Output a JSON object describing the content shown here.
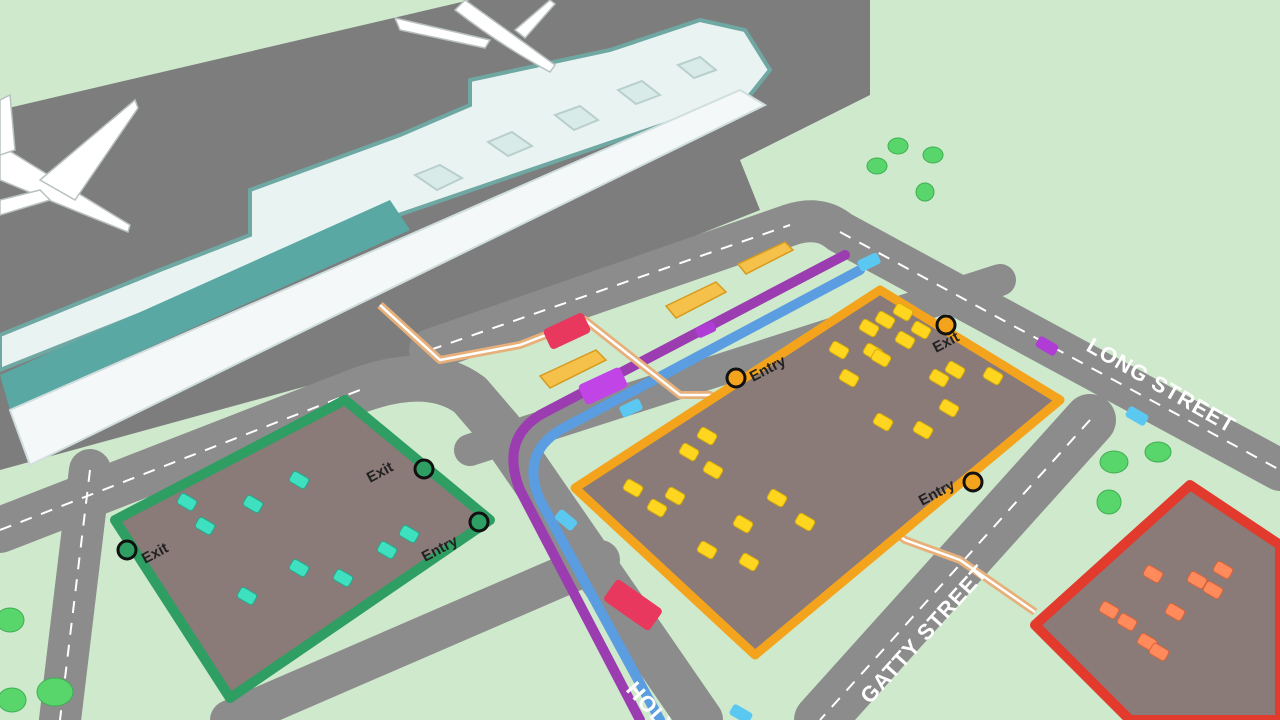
{
  "colors": {
    "grass": "#cfe9cd",
    "tarmac": "#7d7d7d",
    "road": "#8c8c8c",
    "terminal": "#e9f3f2",
    "terminal_glass": "#5aa8a4",
    "lot_surface": "#8a7a78",
    "green_lot_border": "#2e9e63",
    "yellow_lot_border": "#f3a41c",
    "red_lot_border": "#e23a2c",
    "bus_route_purple": "#9b3cb0",
    "bus_route_blue": "#5a9de0",
    "walkway": "#e7b07b",
    "green_car": "#3ee0c0",
    "yellow_car": "#ffd61f",
    "orange_car": "#ff8a5c",
    "bus_red": "#e8385e",
    "bus_purple": "#c144e6",
    "shelter": "#f5c14a",
    "tree": "#58d66b"
  },
  "streets": {
    "long_street": "LONG STREET",
    "gatty_street": "GATTY STREET",
    "holy_street_partial": "HOLY"
  },
  "green_lot": {
    "exit_top": "Exit",
    "exit_left": "Exit",
    "entry": "Entry"
  },
  "yellow_lot": {
    "entry_top": "Entry",
    "exit": "Exit",
    "entry_bottom": "Entry"
  }
}
